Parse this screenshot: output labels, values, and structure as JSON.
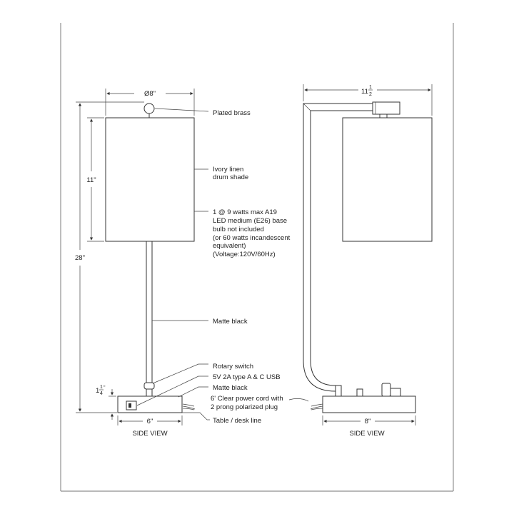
{
  "left_view": {
    "dims": {
      "diameter": "Ø8\"",
      "shade_height": "11\"",
      "total_height": "28\"",
      "base_height_whole": "1",
      "base_height_num": "1",
      "base_height_den": "4",
      "base_width": "6\""
    },
    "caption": "SIDE VIEW",
    "labels": {
      "finial": "Plated brass",
      "shade_1": "Ivory linen",
      "shade_2": "drum shade",
      "bulb_1": "1 @ 9 watts max A19",
      "bulb_2": "LED medium (E26) base",
      "bulb_3": "bulb not included",
      "bulb_4": "(or 60 watts incandescent",
      "bulb_5": "equivalent)",
      "bulb_6": "(Voltage:120V/60Hz)",
      "stem": "Matte black",
      "switch": "Rotary switch",
      "usb": "5V 2A type A & C USB",
      "base": "Matte black",
      "cord_1": "6' Clear power cord with",
      "cord_2": "2 prong polarized plug",
      "table": "Table / desk line"
    }
  },
  "right_view": {
    "dims": {
      "width_whole": "11",
      "width_num": "1",
      "width_den": "2",
      "base_width": "8\""
    },
    "caption": "SIDE VIEW"
  }
}
